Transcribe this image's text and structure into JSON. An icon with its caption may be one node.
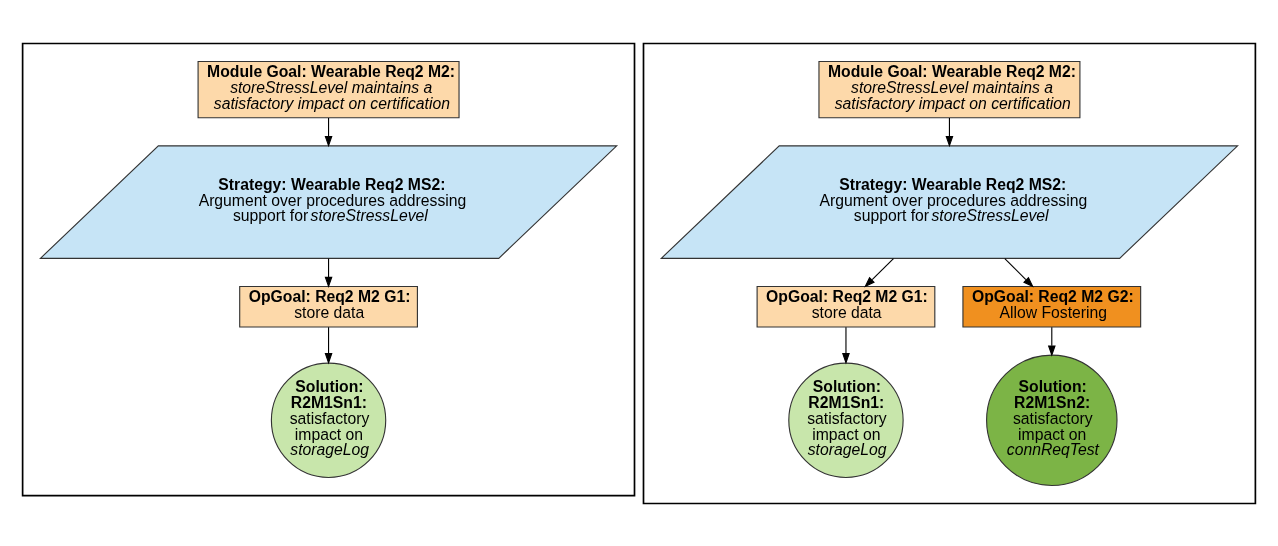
{
  "diagram": {
    "nodes": [
      {
        "text": [],
        "shape": "box"
      },
      {
        "text": [
          "Module Goal: Wearable Req2 M2:",
          "storeStressLevel maintains a satisfactory impact on certification"
        ],
        "in": 0
      },
      {
        "text": [
          "Strategy: Wearable Req2 MS2:",
          "Argument over procedures addressing support for *storeStressLevel*"
        ],
        "in": 0
      },
      {
        "text": [
          "OpGoal: Req2 M2 G1:",
          "store data"
        ],
        "in": 0
      },
      {
        "text": [
          "Solution: R2M1Sn1:",
          "satisfactory impact on *storageLog*"
        ],
        "in": 0
      },
      {
        "text": [],
        "shape": "box"
      },
      {
        "text": [
          "Module Goal: Wearable Req2 M2:",
          "storeStressLevel maintains a satisfactory impact on certification"
        ],
        "in": 5
      },
      {
        "text": [
          "Strategy: Wearable Req2 MS2:",
          "Argument over procedures addressing support for *storeStressLevel*"
        ],
        "in": 5
      },
      {
        "text": [
          "OpGoal: Req2 M2 G1:",
          "store data"
        ],
        "in": 5
      },
      {
        "text": [
          "OpGoal: Req2 M2 G2:",
          "Allow Fostering"
        ],
        "in": 5
      },
      {
        "text": [
          "Solution: R2M1Sn1:",
          "satisfactory impact on *storageLog*"
        ],
        "in": 5
      },
      {
        "text": [
          "Solution: R2M1Sn2:",
          "satisfactory impact on *connReqTest*"
        ],
        "in": 5
      }
    ],
    "edges": [
      {
        "from": 1,
        "to": 2,
        "arrow": "to"
      },
      {
        "from": 2,
        "to": 3,
        "arrow": "to"
      },
      {
        "from": 3,
        "to": 4,
        "arrow": "to"
      },
      {
        "from": 6,
        "to": 7,
        "arrow": "to"
      },
      {
        "from": 7,
        "to": 8,
        "arrow": "to"
      },
      {
        "from": 7,
        "to": 9,
        "arrow": "to"
      },
      {
        "from": 8,
        "to": 10,
        "arrow": "to"
      },
      {
        "from": 9,
        "to": 11,
        "arrow": "to"
      }
    ]
  }
}
